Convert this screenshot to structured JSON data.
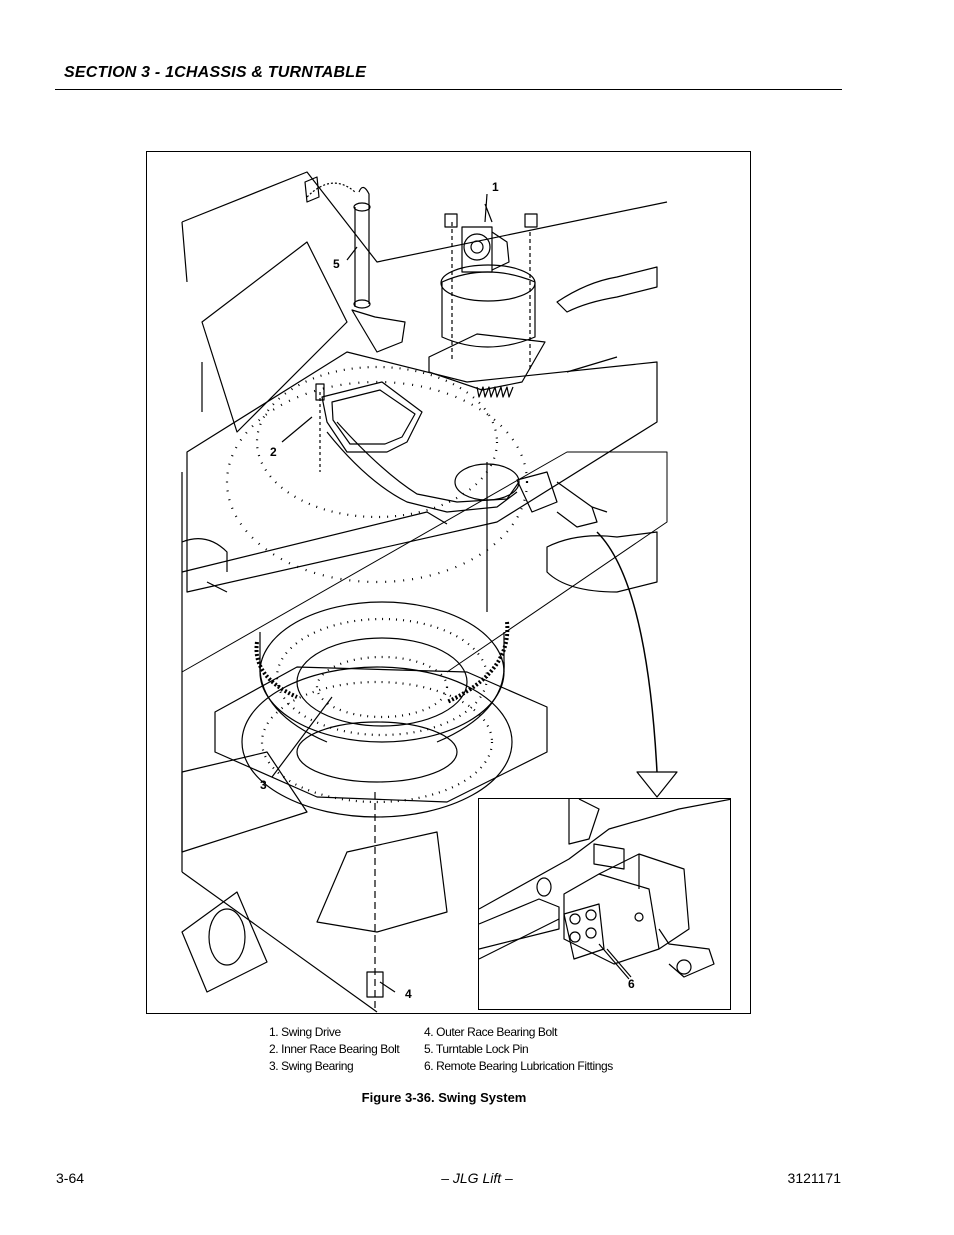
{
  "header": {
    "section_title": "SECTION 3 - 1CHASSIS & TURNTABLE"
  },
  "figure": {
    "callouts": [
      "1",
      "2",
      "3",
      "4",
      "5",
      "6"
    ],
    "legend_left": [
      "1.  Swing Drive",
      "2.  Inner Race Bearing Bolt",
      "3.  Swing Bearing"
    ],
    "legend_right": [
      "4.  Outer Race Bearing Bolt",
      "5.   Turntable Lock Pin",
      "6.  Remote Bearing Lubrication Fittings"
    ],
    "caption": "Figure 3-36.  Swing System"
  },
  "footer": {
    "page_number": "3-64",
    "publisher": "– JLG Lift –",
    "document_number": "3121171"
  }
}
